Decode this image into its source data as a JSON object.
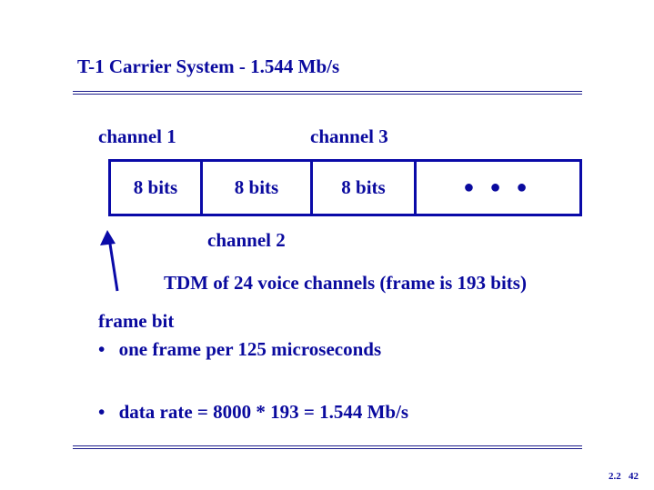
{
  "title": "T-1 Carrier System - 1.544 Mb/s",
  "labels": {
    "channel1": "channel 1",
    "channel2": "channel 2",
    "channel3": "channel 3",
    "frame_bit": "frame bit"
  },
  "frame_cells": [
    "8 bits",
    "8 bits",
    "8 bits",
    "● ● ●"
  ],
  "caption": "TDM of 24 voice channels (frame is 193 bits)",
  "bullets": [
    "one frame per 125 microseconds",
    "data rate = 8000 * 193 = 1.544 Mb/s"
  ],
  "bullet_mark": "•",
  "footer": "2.2   42",
  "colors": {
    "text": "#0a0a9e",
    "rule": "#1c1c8a"
  }
}
